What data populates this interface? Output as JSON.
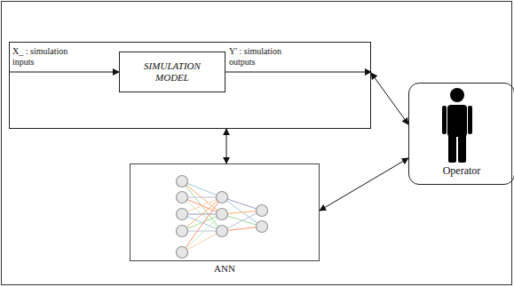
{
  "diagram": {
    "nodes": [
      {
        "text": []
      },
      {
        "text": [
          "SIMULATION MODEL"
        ],
        "in": 0
      },
      {
        "text": [
          "ANN"
        ]
      },
      {
        "text": [
          "Operator"
        ]
      }
    ],
    "edges": [
      {
        "from": 0,
        "to": 1,
        "arrow": "to",
        "label": "X_ : simulation inputs"
      },
      {
        "from": 1,
        "to": 0,
        "arrow": "to",
        "label": "Y' : simulation outputs"
      },
      {
        "from": 0,
        "to": 3,
        "arrow": "both"
      },
      {
        "from": 0,
        "to": 2,
        "arrow": "both"
      },
      {
        "from": 2,
        "to": 3,
        "arrow": "both"
      }
    ]
  }
}
